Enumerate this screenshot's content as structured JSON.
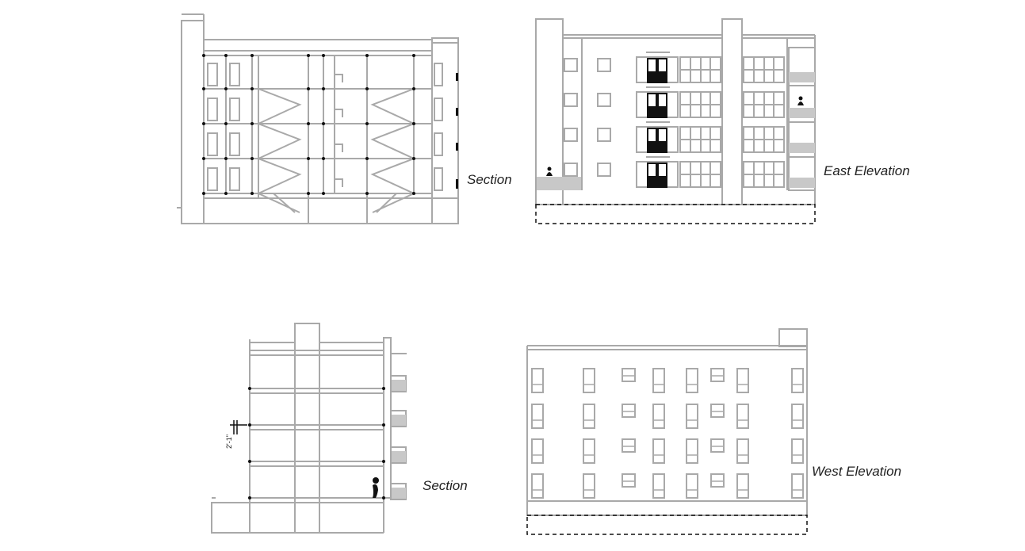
{
  "labels": {
    "section_top": "Section",
    "east_elevation": "East Elevation",
    "section_bottom": "Section",
    "west_elevation": "West Elevation",
    "dimension_mark": "2'-1\""
  },
  "colors": {
    "line": "#a9a9a9",
    "panel": "#c8c8c8",
    "ink": "#111111",
    "text": "#222222"
  }
}
